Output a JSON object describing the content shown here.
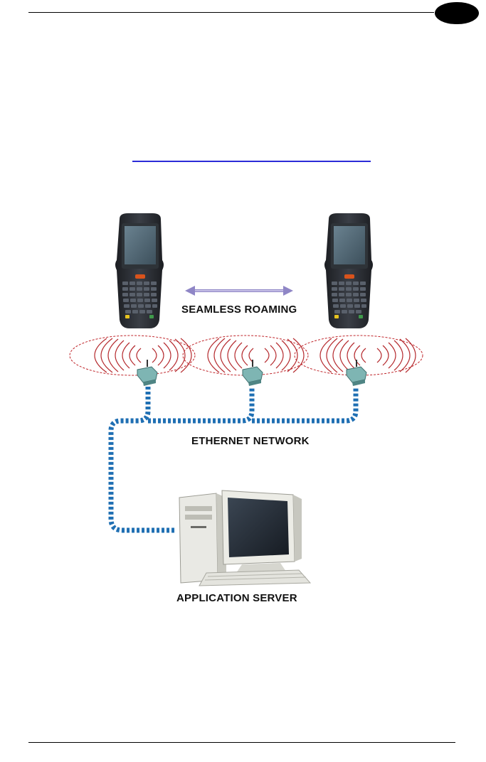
{
  "diagram": {
    "roaming_label": "SEAMLESS ROAMING",
    "network_label": "ETHERNET NETWORK",
    "server_label": "APPLICATION SERVER",
    "colors": {
      "network_cable": "#1f6fb3",
      "wifi_waves": "#c0262b",
      "roaming_arrow": "#8f86c6",
      "terminal_body": "#2a2d33",
      "terminal_screen": "#4f6573",
      "access_point": "#6fa7a6"
    },
    "icons": [
      "mobile-terminal-icon",
      "access-point-icon",
      "desktop-computer-icon",
      "wifi-waves-icon"
    ]
  }
}
